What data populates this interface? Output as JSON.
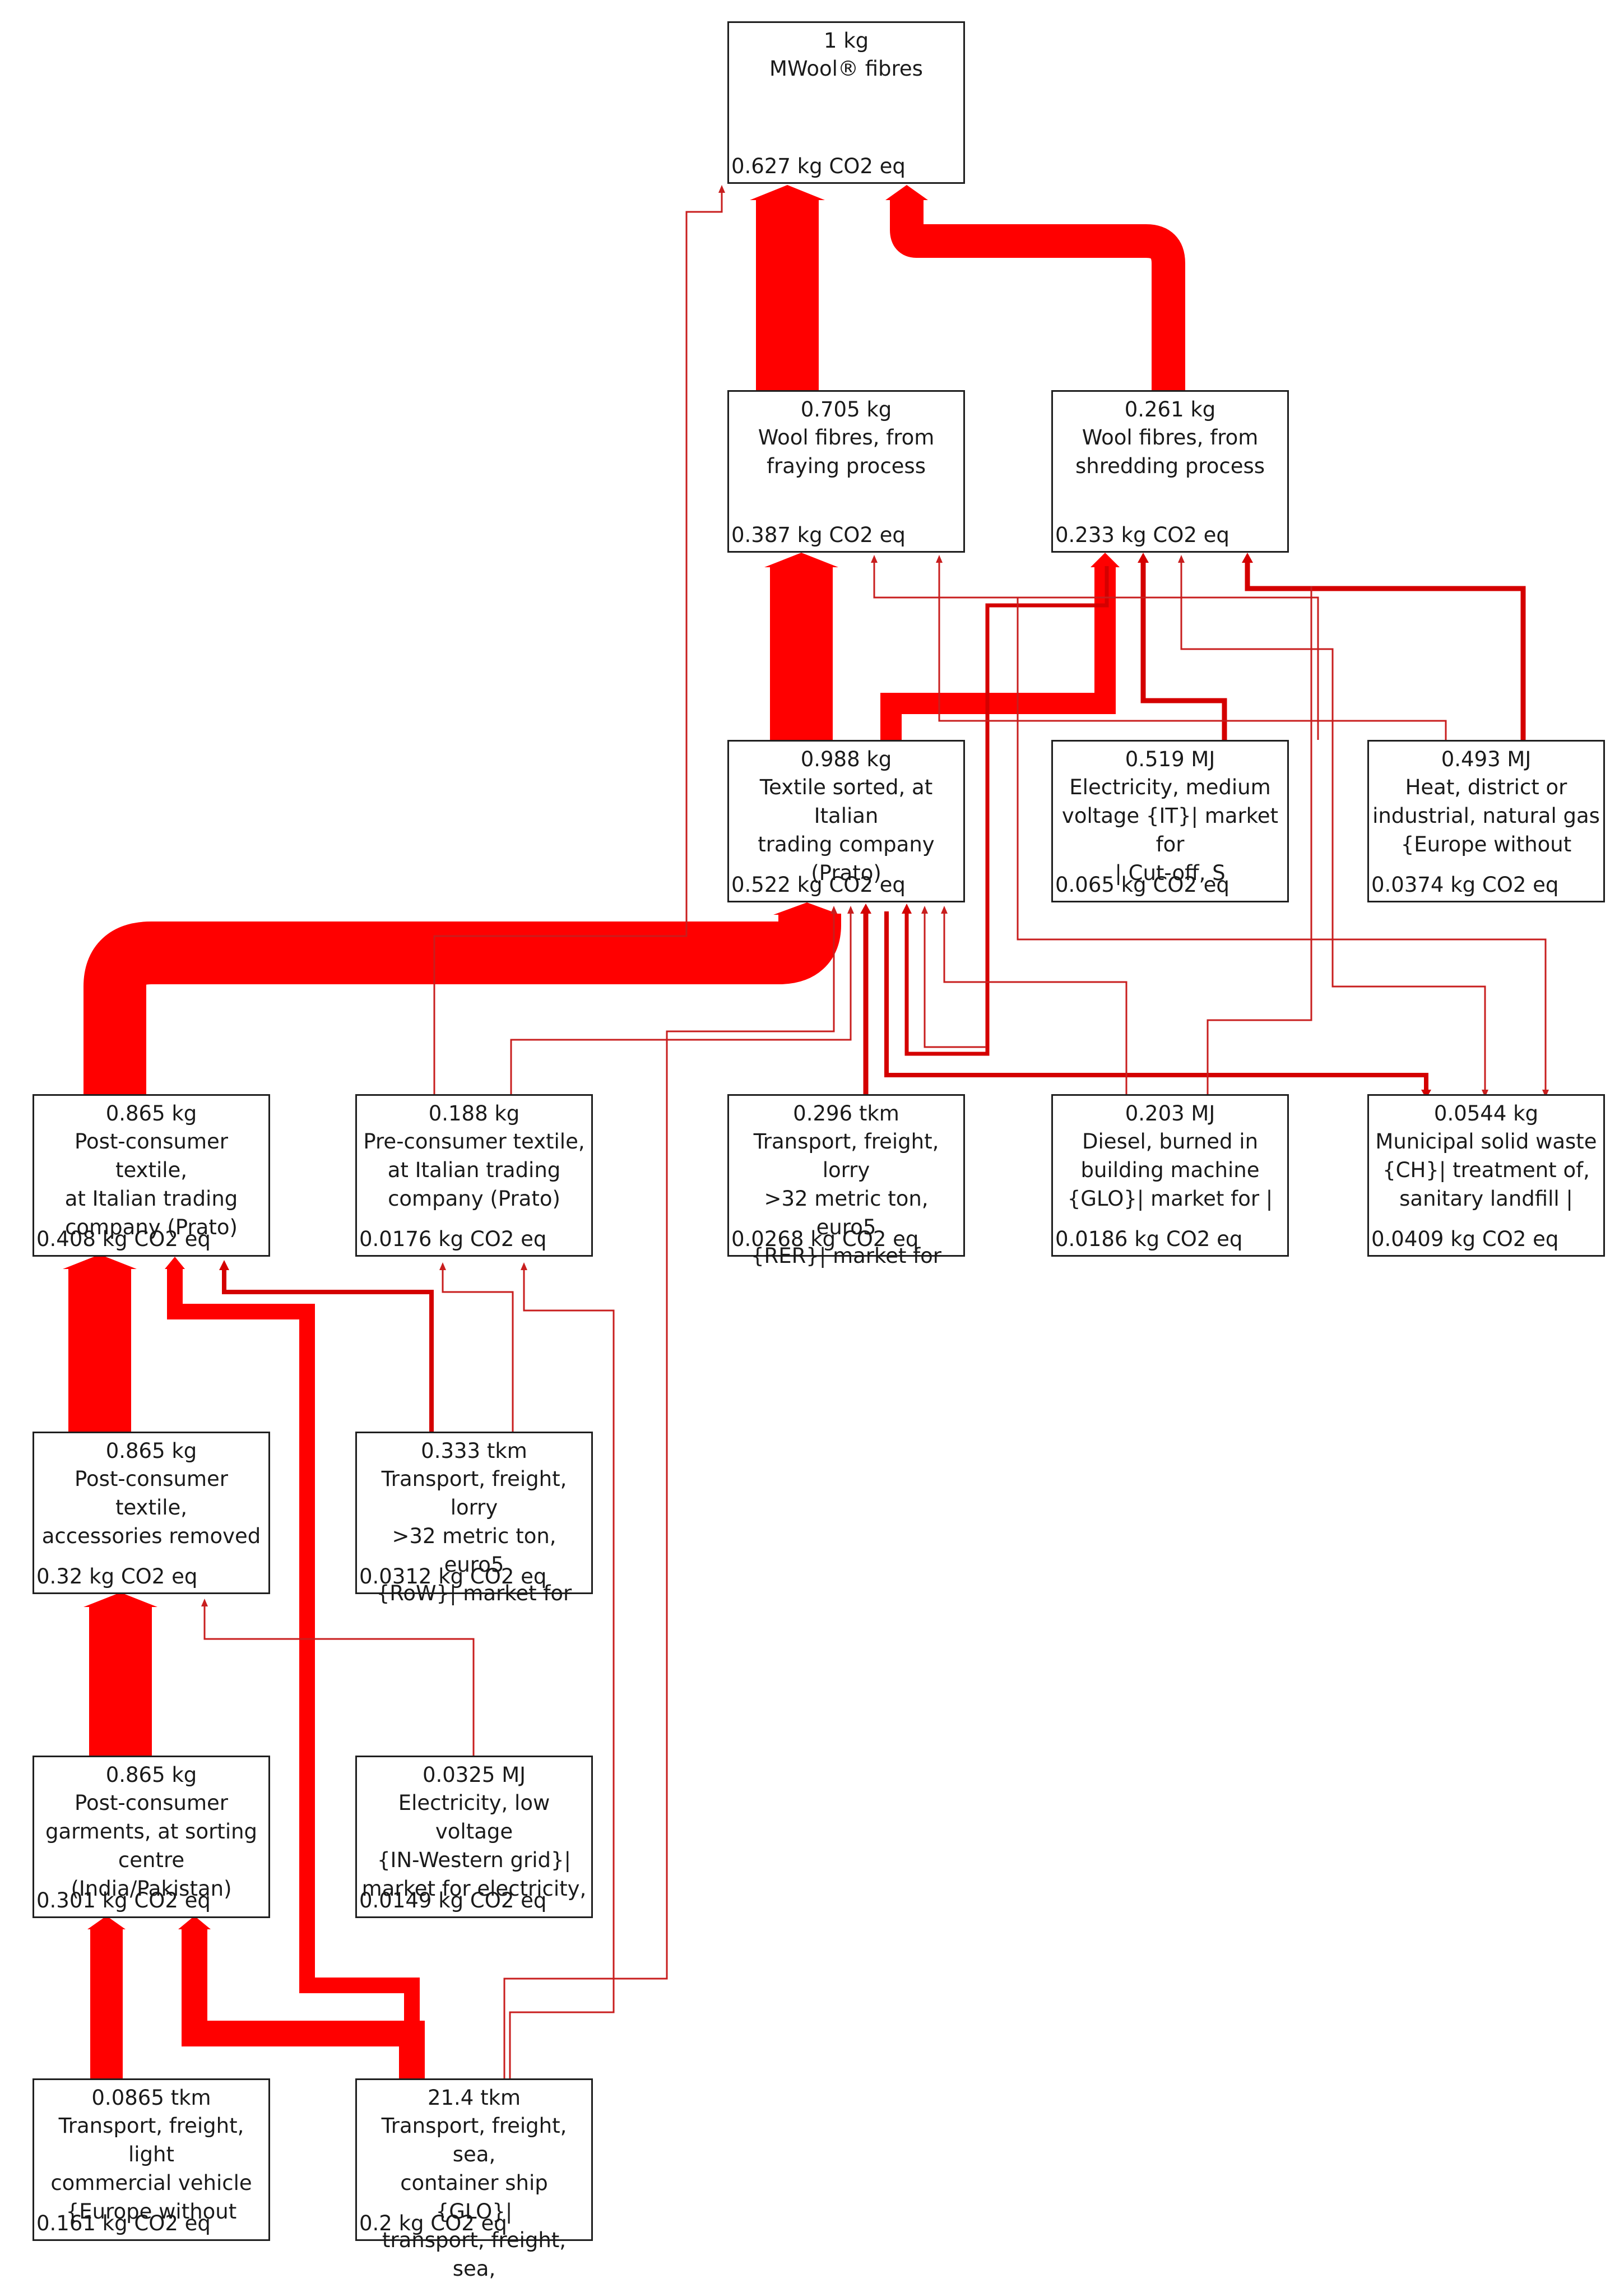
{
  "theme": {
    "flow_color": "#ff0000",
    "box_border": "#1f1f1f"
  },
  "nodes": [
    {
      "id": "n0",
      "amount": "1 kg",
      "label": "MWool® fibres",
      "impact": "0.627 kg CO2 eq"
    },
    {
      "id": "n1",
      "amount": "0.705 kg",
      "label": "Wool fibres, from\nfraying process",
      "impact": "0.387 kg CO2 eq"
    },
    {
      "id": "n2",
      "amount": "0.261 kg",
      "label": "Wool fibres, from\nshredding process",
      "impact": "0.233 kg CO2 eq"
    },
    {
      "id": "n3",
      "amount": "0.988 kg",
      "label": "Textile sorted, at Italian\ntrading company\n(Prato)",
      "impact": "0.522 kg CO2 eq"
    },
    {
      "id": "n4",
      "amount": "0.519 MJ",
      "label": "Electricity, medium\nvoltage {IT}| market for\n| Cut-off, S",
      "impact": "0.065 kg CO2 eq"
    },
    {
      "id": "n5",
      "amount": "0.493 MJ",
      "label": "Heat, district or\nindustrial, natural gas\n{Europe without",
      "impact": "0.0374 kg CO2 eq"
    },
    {
      "id": "n6",
      "amount": "0.865 kg",
      "label": "Post-consumer textile,\nat Italian trading\ncompany (Prato)",
      "impact": "0.408 kg CO2 eq"
    },
    {
      "id": "n7",
      "amount": "0.188 kg",
      "label": "Pre-consumer textile,\nat Italian trading\ncompany (Prato)",
      "impact": "0.0176 kg CO2 eq"
    },
    {
      "id": "n8",
      "amount": "0.296 tkm",
      "label": "Transport, freight, lorry\n>32 metric ton, euro5\n{RER}| market for",
      "impact": "0.0268 kg CO2 eq"
    },
    {
      "id": "n9",
      "amount": "0.203 MJ",
      "label": "Diesel, burned in\nbuilding machine\n{GLO}| market for |",
      "impact": "0.0186 kg CO2 eq"
    },
    {
      "id": "n10",
      "amount": "0.0544 kg",
      "label": "Municipal solid waste\n{CH}| treatment of,\nsanitary landfill |",
      "impact": "0.0409 kg CO2 eq"
    },
    {
      "id": "n11",
      "amount": "0.865 kg",
      "label": "Post-consumer textile,\naccessories removed",
      "impact": "0.32 kg CO2 eq"
    },
    {
      "id": "n12",
      "amount": "0.333 tkm",
      "label": "Transport, freight, lorry\n>32 metric ton, euro5\n{RoW}| market for",
      "impact": "0.0312 kg CO2 eq"
    },
    {
      "id": "n13",
      "amount": "0.865 kg",
      "label": "Post-consumer\ngarments, at sorting\ncentre (India/Pakistan)",
      "impact": "0.301 kg CO2 eq"
    },
    {
      "id": "n14",
      "amount": "0.0325 MJ",
      "label": "Electricity, low voltage\n{IN-Western grid}|\nmarket for electricity,",
      "impact": "0.0149 kg CO2 eq"
    },
    {
      "id": "n15",
      "amount": "0.0865 tkm",
      "label": "Transport, freight, light\ncommercial vehicle\n{Europe without",
      "impact": "0.161 kg CO2 eq"
    },
    {
      "id": "n16",
      "amount": "21.4 tkm",
      "label": "Transport, freight, sea,\ncontainer ship {GLO}|\ntransport, freight, sea,",
      "impact": "0.2 kg CO2 eq"
    }
  ]
}
